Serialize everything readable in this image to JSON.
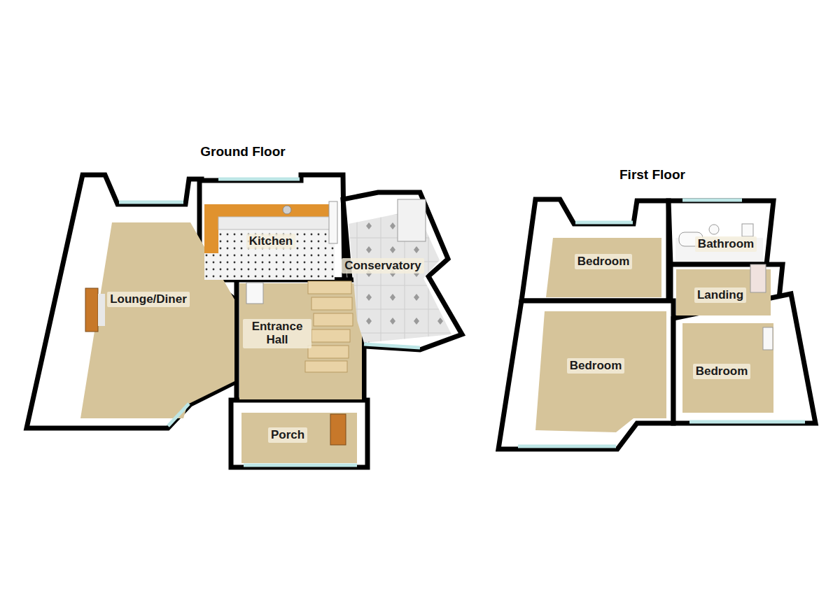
{
  "diagram": {
    "nodes": [
      {
        "text": [
          "Ground Floor"
        ]
      },
      {
        "text": [
          "Lounge/Diner"
        ],
        "in": 0
      },
      {
        "text": [
          "Kitchen"
        ],
        "in": 0
      },
      {
        "text": [
          "Conservatory"
        ],
        "in": 0
      },
      {
        "text": [
          "Entrance Hall"
        ],
        "in": 0
      },
      {
        "text": [
          "Porch"
        ],
        "in": 0
      },
      {
        "text": [
          "First Floor"
        ]
      },
      {
        "text": [
          "Bedroom"
        ],
        "in": 6
      },
      {
        "text": [
          "Bathroom"
        ],
        "in": 6
      },
      {
        "text": [
          "Landing"
        ],
        "in": 6
      },
      {
        "text": [
          "Bedroom"
        ],
        "in": 6
      },
      {
        "text": [
          "Bedroom"
        ],
        "in": 6
      }
    ],
    "edges": []
  }
}
